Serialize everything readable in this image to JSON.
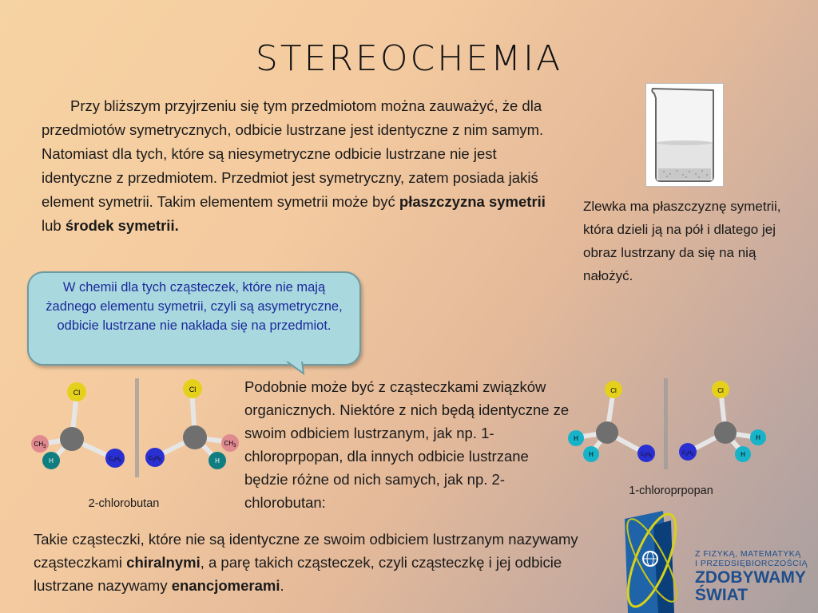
{
  "title": "STEREOCHEMIA",
  "intro": {
    "text": "Przy bliższym przyjrzeniu się tym przedmiotom można zauważyć, że dla przedmiotów symetrycznych, odbicie lustrzane jest identyczne z nim samym. Natomiast dla tych, które są niesymetryczne odbicie lustrzane nie jest identyczne z przedmiotem. Przedmiot  jest symetryczny, zatem posiada jakiś element symetrii. Takim elementem symetrii może być ",
    "bold1": "płaszczyzna symetrii",
    "mid": " lub ",
    "bold2": "środek symetrii."
  },
  "beaker_caption": "Zlewka ma płaszczyznę symetrii, która dzieli ją na pół i dlatego jej obraz lustrzany da się na nią nałożyć.",
  "bubble": "W chemii dla tych cząsteczek, które nie mają żadnego elementu symetrii, czyli są asymetryczne, odbicie lustrzane nie nakłada się na przedmiot.",
  "middle": "Podobnie może być z cząsteczkami związków organicznych. Niektóre z nich będą identyczne ze swoim odbiciem lustrzanym, jak np. 1-chloroprpopan, dla innych odbicie lustrzane będzie różne od nich samych, jak np. 2-chlorobutan:",
  "molecules": {
    "caption_left": "2-chlorobutan",
    "caption_right": "1-chloroprpopan",
    "cl": "Cl",
    "ch3": "CH3",
    "h": "H",
    "c2h5": "C2H5"
  },
  "bottom": {
    "t1": "Takie cząsteczki, które nie są identyczne ze swoim odbiciem lustrzanym nazywamy cząsteczkami ",
    "b1": "chiralnymi",
    "t2": ", a parę takich cząsteczek, czyli cząsteczkę i jej odbicie lustrzane nazywamy ",
    "b2": "enancjomerami",
    "t3": "."
  },
  "logo": {
    "line1": "Z FIZYKĄ, MATEMATYKĄ",
    "line2": "I PRZEDSIĘBIORCZOŚCIĄ",
    "line3": "ZDOBYWAMY",
    "line4": "ŚWIAT"
  }
}
